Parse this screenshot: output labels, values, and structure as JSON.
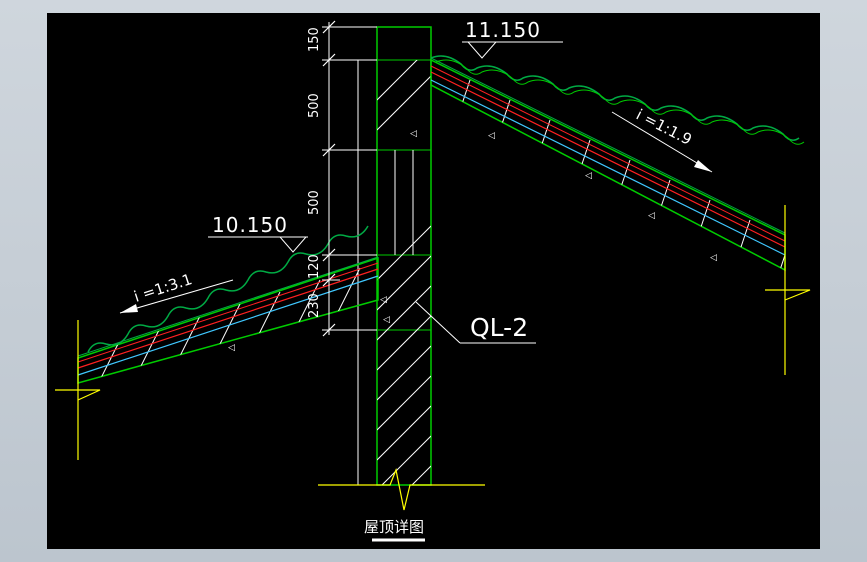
{
  "drawing": {
    "title": "屋顶详图",
    "elevation_high": "11.150",
    "elevation_low": "10.150",
    "slope_right": "i =1:1.9",
    "slope_left": "i =1:3.1",
    "beam_label": "QL-2",
    "dimensions": [
      "150",
      "500",
      "500",
      "120",
      "230"
    ]
  },
  "colors": {
    "background": "#000000",
    "concrete": "#00cc00",
    "axis": "#ffff00",
    "tile": "#00aa44",
    "membrane": "#ff2020",
    "insulation": "#40c8ff",
    "annotation": "#ffffff"
  }
}
